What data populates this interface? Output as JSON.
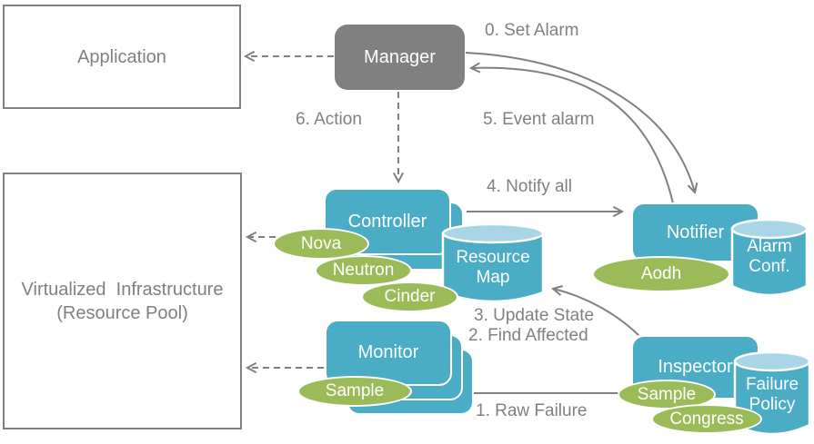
{
  "nodes": {
    "application": "Application",
    "virtualized_infrastructure": "Virtualized  Infrastructure\n(Resource Pool)",
    "manager": "Manager",
    "controller": "Controller",
    "monitor": "Monitor",
    "notifier": "Notifier",
    "inspector": "Inspector"
  },
  "datastores": {
    "resource_map": "Resource Map",
    "alarm_conf": "Alarm Conf.",
    "failure_policy": "Failure Policy"
  },
  "plugins": {
    "nova": "Nova",
    "neutron": "Neutron",
    "cinder": "Cinder",
    "monitor_sample": "Sample",
    "aodh": "Aodh",
    "inspector_sample": "Sample",
    "congress": "Congress"
  },
  "flows": {
    "set_alarm": "0. Set Alarm",
    "raw_failure": "1. Raw Failure",
    "find_affected": "2. Find Affected",
    "update_state": "3. Update State",
    "notify_all": "4. Notify all",
    "event_alarm": "5. Event alarm",
    "action": "6. Action"
  },
  "colors": {
    "component_blue": "#4BACC6",
    "cylinder_top_blue": "#A8D6E6",
    "plugin_green": "#9BBB59",
    "manager_gray": "#808080",
    "line_gray": "#808080",
    "label_gray": "#808080",
    "box_border_gray": "#808080",
    "shape_text_white": "#FFFFFF"
  }
}
